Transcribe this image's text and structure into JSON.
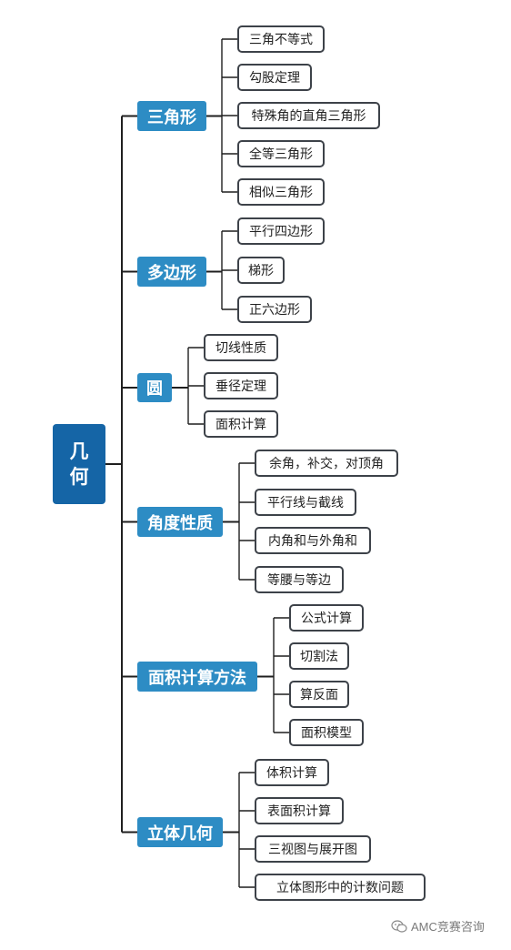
{
  "root": {
    "label_line1": "几",
    "label_line2": "何"
  },
  "branches": [
    {
      "label": "三角形",
      "children": [
        "三角不等式",
        "勾股定理",
        "特殊角的直角三角形",
        "全等三角形",
        "相似三角形"
      ]
    },
    {
      "label": "多边形",
      "children": [
        "平行四边形",
        "梯形",
        "正六边形"
      ]
    },
    {
      "label": "圆",
      "children": [
        "切线性质",
        "垂径定理",
        "面积计算"
      ]
    },
    {
      "label": "角度性质",
      "children": [
        "余角，补交，对顶角",
        "平行线与截线",
        "内角和与外角和",
        "等腰与等边"
      ]
    },
    {
      "label": "面积计算方法",
      "children": [
        "公式计算",
        "切割法",
        "算反面",
        "面积模型"
      ]
    },
    {
      "label": "立体几何",
      "children": [
        "体积计算",
        "表面积计算",
        "三视图与展开图",
        "立体图形中的计数问题"
      ]
    }
  ],
  "watermark": {
    "text": "AMC竞赛咨询",
    "icon": "wechat-icon"
  },
  "colors": {
    "root": "#1565a6",
    "branch": "#2d8cc4",
    "leaf_border": "#3d4249",
    "line": "#1f1f1f"
  }
}
